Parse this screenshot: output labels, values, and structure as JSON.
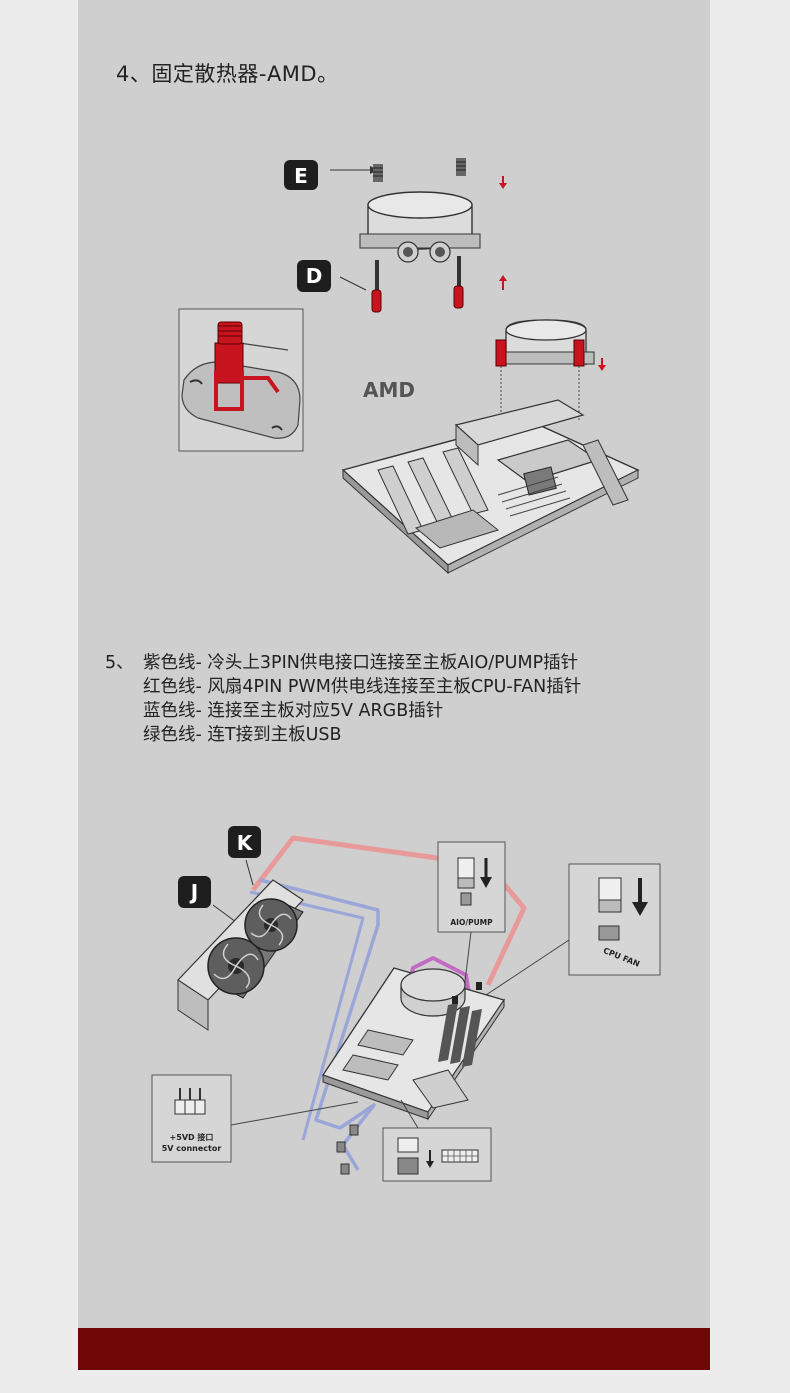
{
  "step4": {
    "title": "4、固定散热器-AMD。",
    "badge_e": "E",
    "badge_d": "D",
    "platform_label": "AMD"
  },
  "step5": {
    "number": "5、",
    "lines": [
      "紫色线- 冷头上3PIN供电接口连接至主板AIO/PUMP插针",
      "红色线- 风扇4PIN PWM供电线连接至主板CPU-FAN插针",
      "蓝色线- 连接至主板对应5V ARGB插针",
      "绿色线- 连T接到主板USB"
    ],
    "badge_k": "K",
    "badge_j": "J",
    "aio_pump_label": "AIO/PUMP",
    "cpu_fan_label": "CPU FAN",
    "connector_label_cn": "+5VD 接口",
    "connector_label_en": "5V connector"
  },
  "colors": {
    "accent_red": "#c8141e",
    "footer": "#700606",
    "page_bg": "#cfcfcf",
    "outer_bg": "#ececec",
    "cable_purple": "#c46ac4",
    "cable_red": "#e89a9a",
    "cable_blue": "#9aa6d8",
    "cable_green": "#b8e8a8"
  }
}
